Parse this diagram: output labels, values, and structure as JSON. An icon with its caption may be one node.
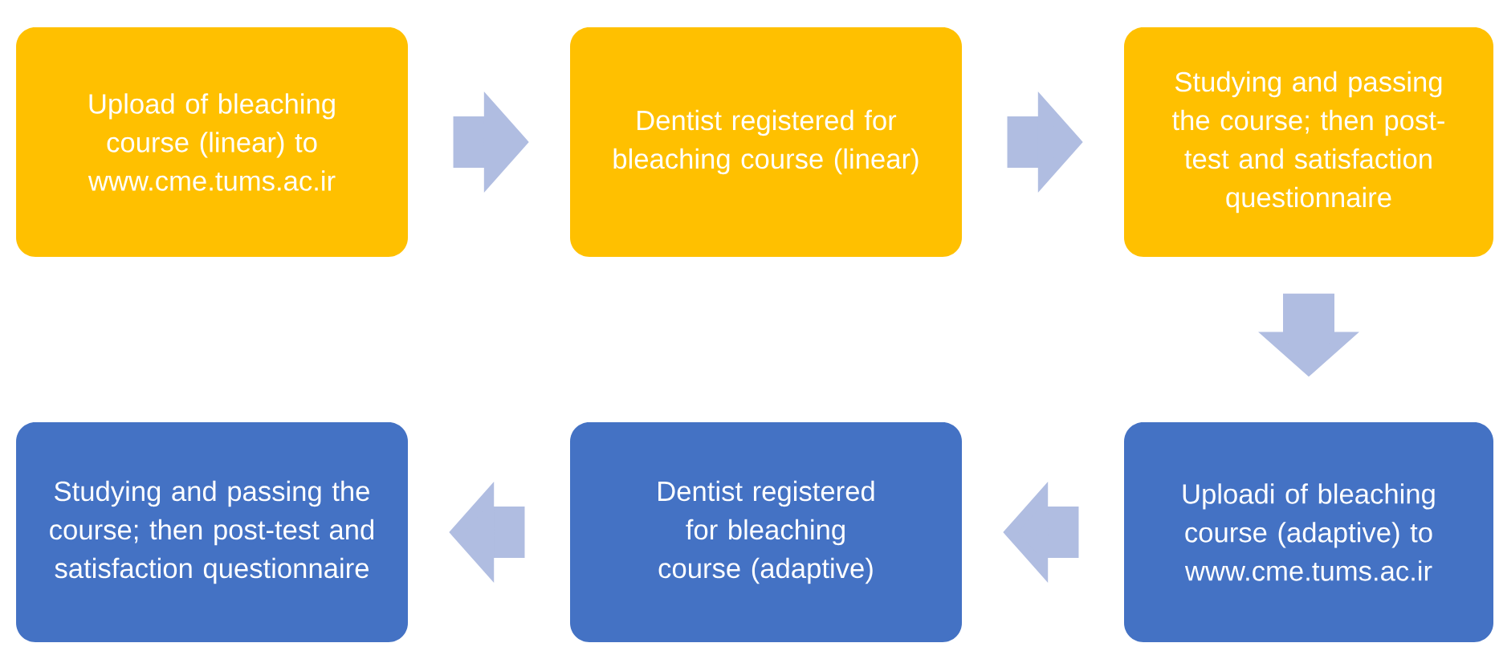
{
  "diagram": {
    "nodes": [
      {
        "text": [
          "Upload of bleaching course (linear) to www.cme.tums.ac.ir"
        ]
      },
      {
        "text": [
          "Dentist registered for bleaching course (linear)"
        ]
      },
      {
        "text": [
          "Studying and passing the course; then post-test and satisfaction questionnaire"
        ]
      },
      {
        "text": [
          "Uploadi of bleaching course (adaptive) to www.cme.tums.ac.ir"
        ]
      },
      {
        "text": [
          "Dentist registered for bleaching course (adaptive)"
        ]
      },
      {
        "text": [
          "Studying and passing the course; then post-test and satisfaction questionnaire"
        ]
      }
    ],
    "edges": [
      {
        "from": 0,
        "to": 1,
        "arrow": "to"
      },
      {
        "from": 1,
        "to": 2,
        "arrow": "to"
      },
      {
        "from": 2,
        "to": 3,
        "arrow": "to"
      },
      {
        "from": 3,
        "to": 4,
        "arrow": "to"
      },
      {
        "from": 4,
        "to": 5,
        "arrow": "to"
      }
    ]
  }
}
